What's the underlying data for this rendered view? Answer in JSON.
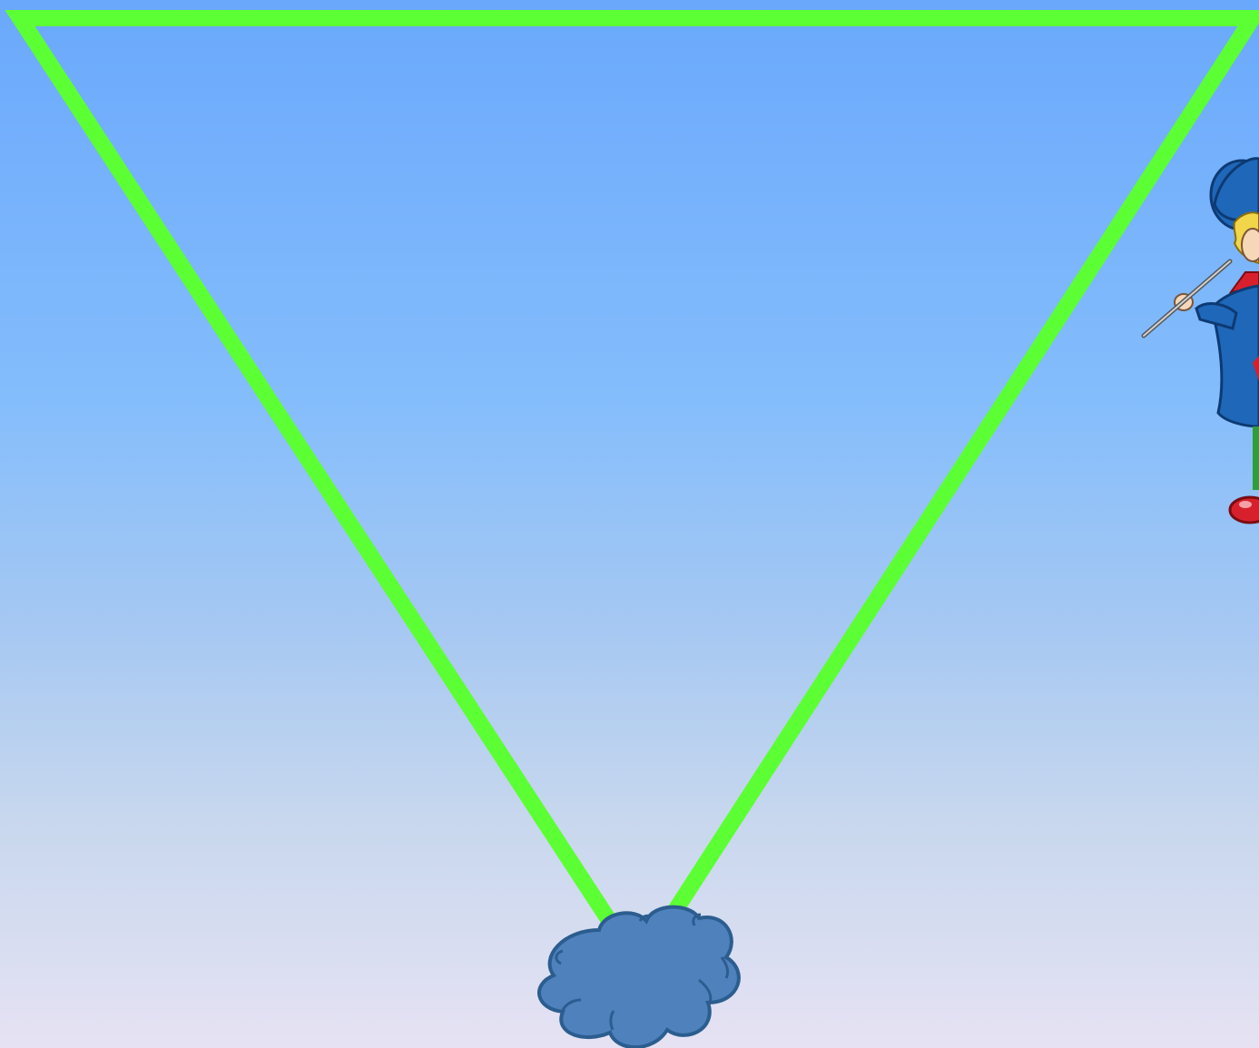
{
  "slide": {
    "background": {
      "top": "#6aa8fc",
      "middle": "#84bdfc",
      "bottom": "#e6e2f3"
    }
  },
  "shapes": {
    "triangle": {
      "kind": "inverted-triangle-outline",
      "stroke": "#5cff34",
      "fill": "none"
    },
    "cloud": {
      "kind": "cloud",
      "fill": "#4f81bd",
      "stroke": "#2c5d8f"
    }
  },
  "clipart": {
    "icon": "musician-character-icon",
    "coat": "#1f67b8",
    "hair": "#f2d64a",
    "shoe": "#d8202c"
  }
}
